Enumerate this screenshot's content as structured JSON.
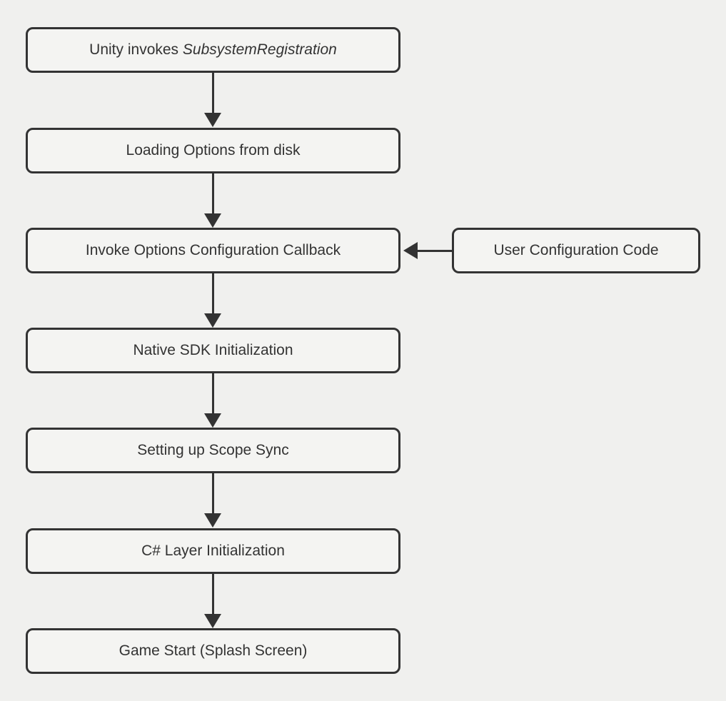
{
  "colors": {
    "bg": "#f0f0ee",
    "fill": "#f4f4f2",
    "border": "#333333",
    "arrow": "#333333",
    "text": "#333333"
  },
  "flowchart": {
    "type": "flowchart",
    "direction": "top-down",
    "nodes": {
      "unity_invokes": {
        "label_regular": "Unity invokes ",
        "label_italic": "SubsystemRegistration"
      },
      "loading_options": {
        "label": "Loading Options from disk"
      },
      "invoke_callback": {
        "label": "Invoke Options Configuration Callback"
      },
      "user_config": {
        "label": "User Configuration Code"
      },
      "native_sdk": {
        "label": "Native SDK Initialization"
      },
      "scope_sync": {
        "label": "Setting up Scope Sync"
      },
      "csharp_layer": {
        "label": "C# Layer Initialization"
      },
      "game_start": {
        "label": "Game Start (Splash Screen)"
      }
    },
    "edges": [
      {
        "from": "unity_invokes",
        "to": "loading_options",
        "direction": "down"
      },
      {
        "from": "loading_options",
        "to": "invoke_callback",
        "direction": "down"
      },
      {
        "from": "user_config",
        "to": "invoke_callback",
        "direction": "left"
      },
      {
        "from": "invoke_callback",
        "to": "native_sdk",
        "direction": "down"
      },
      {
        "from": "native_sdk",
        "to": "scope_sync",
        "direction": "down"
      },
      {
        "from": "scope_sync",
        "to": "csharp_layer",
        "direction": "down"
      },
      {
        "from": "csharp_layer",
        "to": "game_start",
        "direction": "down"
      }
    ]
  }
}
